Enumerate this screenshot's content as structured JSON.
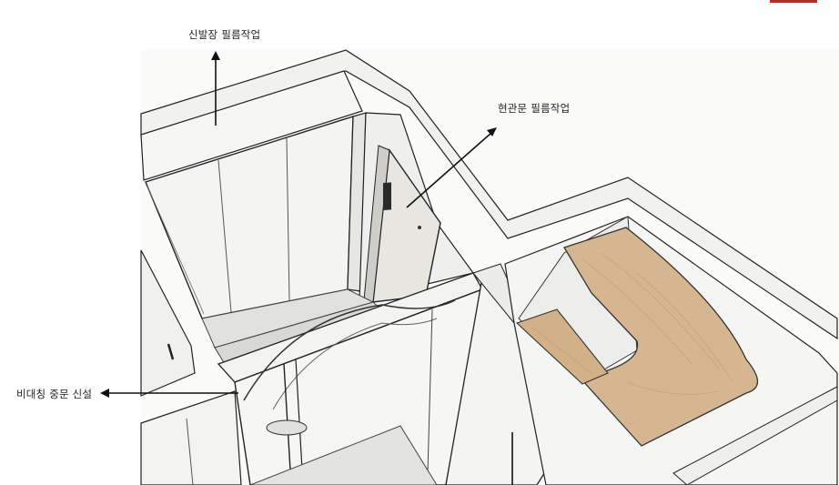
{
  "labels": {
    "shoe_cabinet_film": "신발장 필름작업",
    "front_door_film": "현관문 필름작업",
    "asymmetric_middle_door": "비대칭 중문 신설"
  },
  "colors": {
    "background": "#ffffff",
    "wall": "#f3f3f1",
    "wall_shade": "#e4e4e1",
    "floor": "#dedede",
    "door_panel": "#e9e7e2",
    "wood": "#d4b58e",
    "wood_dark": "#bf9d74",
    "line": "#1e1e1e",
    "arrow": "#111111",
    "accent_mark": "#b52a2a"
  }
}
